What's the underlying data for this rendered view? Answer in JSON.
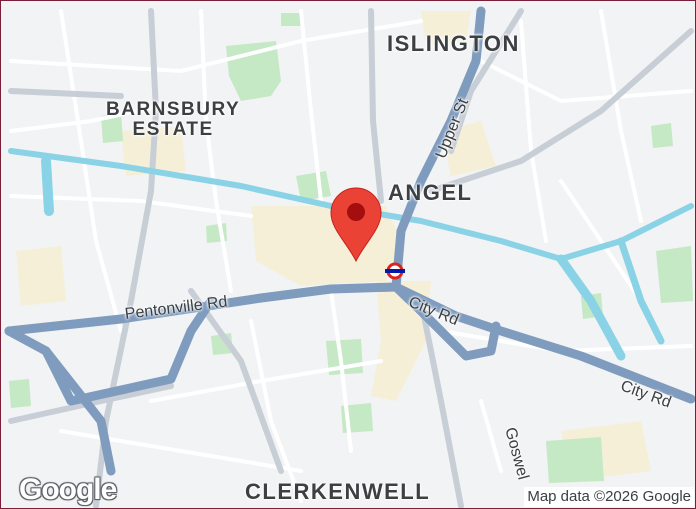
{
  "map": {
    "areas": {
      "islington": "ISLINGTON",
      "barnsbury": "BARNSBURY\nESTATE",
      "angel": "ANGEL",
      "clerkenwell": "CLERKENWELL"
    },
    "roads": {
      "pentonville": "Pentonville Rd",
      "city_rd_1": "City Rd",
      "city_rd_2": "City Rd",
      "upper_st": "Upper St",
      "goswell": "Goswel"
    },
    "marker_icon": "map-pin-icon",
    "station_icon": "underground-roundel-icon",
    "logo": "Google",
    "attribution": "Map data ©2026 Google",
    "colors": {
      "background": "#f1f3f4",
      "main_road": "#7f9cbf",
      "canal": "#8ad2e6",
      "park": "#c5e8c5",
      "highlight_area": "#f6efd8",
      "marker": "#ea4335",
      "frame": "#7b1e3a"
    }
  }
}
